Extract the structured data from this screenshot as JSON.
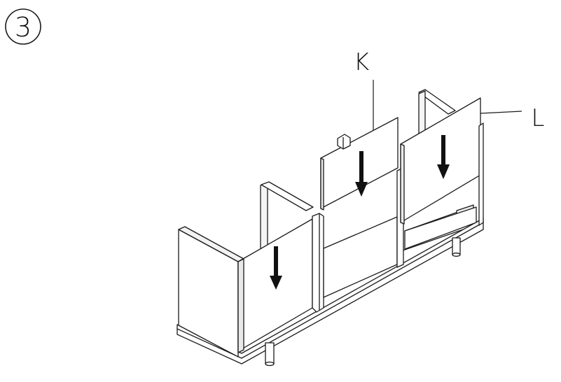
{
  "step": {
    "number": "3"
  },
  "callouts": [
    {
      "id": "K",
      "text": "K"
    },
    {
      "id": "L",
      "text": "L"
    }
  ],
  "colors": {
    "line": "#1a1a1a",
    "panel_fill": "#ffffff",
    "shade": "#e9e9e9",
    "arrow": "#111111"
  },
  "icons": {
    "step_badge": "circled-number-icon",
    "insert_direction": "down-arrow-icon"
  }
}
